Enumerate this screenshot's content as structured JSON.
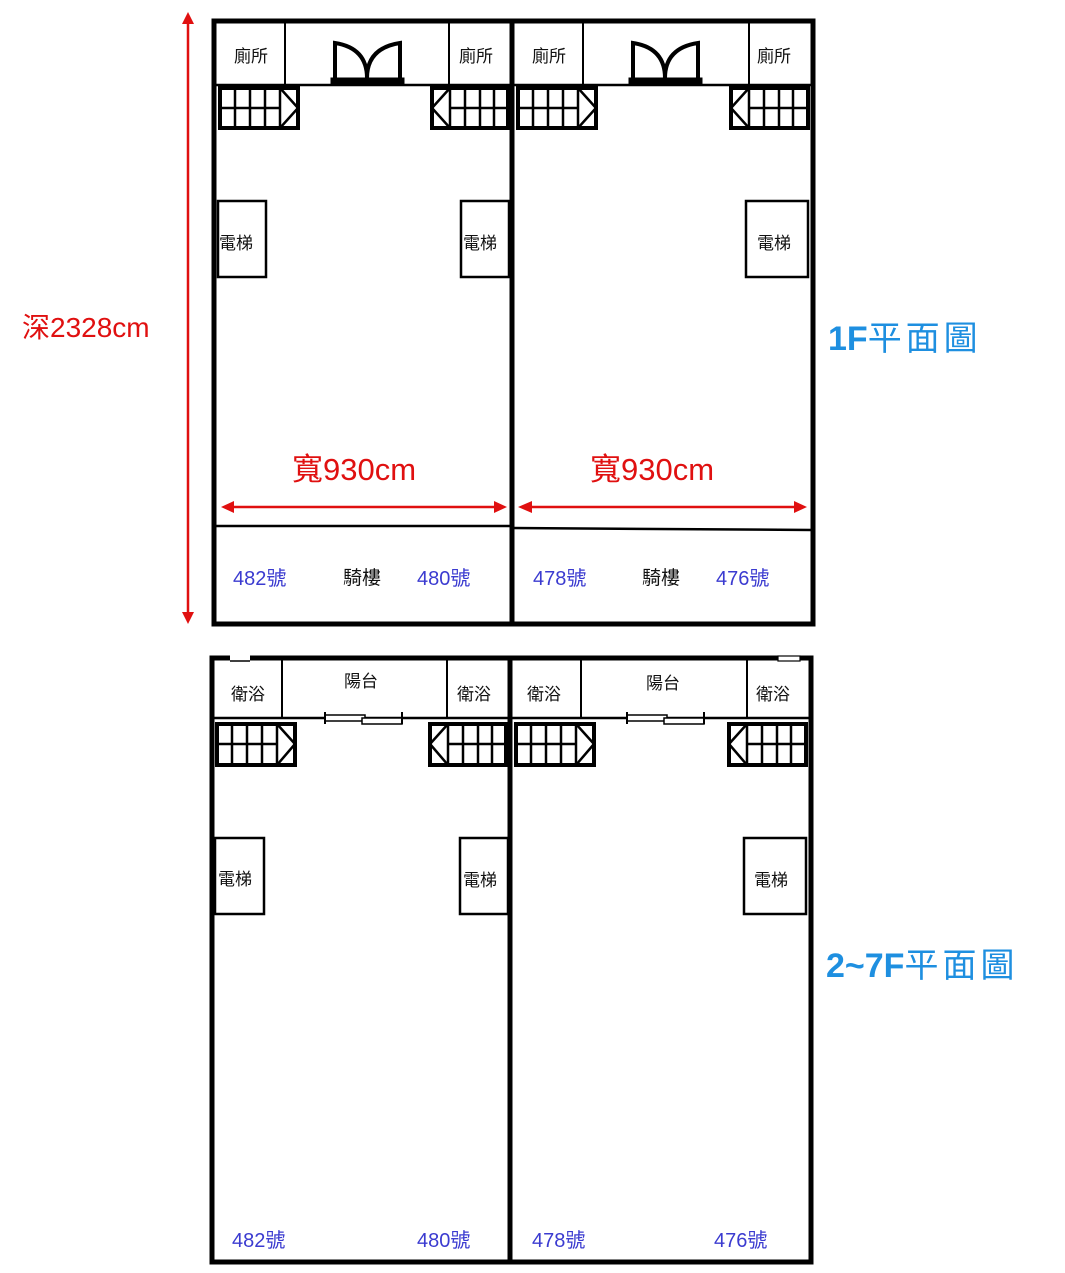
{
  "dimensions": {
    "depth": "深2328cm",
    "width_left": "寬930cm",
    "width_right": "寬930cm"
  },
  "floor1": {
    "title": "1F平面圖",
    "units": [
      {
        "toilet_left": "廁所",
        "toilet_right": "廁所",
        "elevator_left": "電梯",
        "elevator_right": "電梯"
      },
      {
        "toilet_left": "廁所",
        "toilet_right": "廁所",
        "elevator_right": "電梯"
      }
    ],
    "arcade_label": "騎樓",
    "numbers": [
      "482號",
      "480號",
      "478號",
      "476號"
    ]
  },
  "floor2": {
    "title": "2~7F平面圖",
    "units": [
      {
        "bath_left": "衛浴",
        "bath_right": "衛浴",
        "balcony": "陽台",
        "elevator_left": "電梯",
        "elevator_right": "電梯"
      },
      {
        "bath_left": "衛浴",
        "bath_right": "衛浴",
        "balcony": "陽台",
        "elevator_right": "電梯"
      }
    ],
    "numbers": [
      "482號",
      "480號",
      "478號",
      "476號"
    ]
  },
  "colors": {
    "dimension": "#e01010",
    "title": "#1e8fe0",
    "house_number": "#3b3bd0",
    "wall": "#000000"
  }
}
